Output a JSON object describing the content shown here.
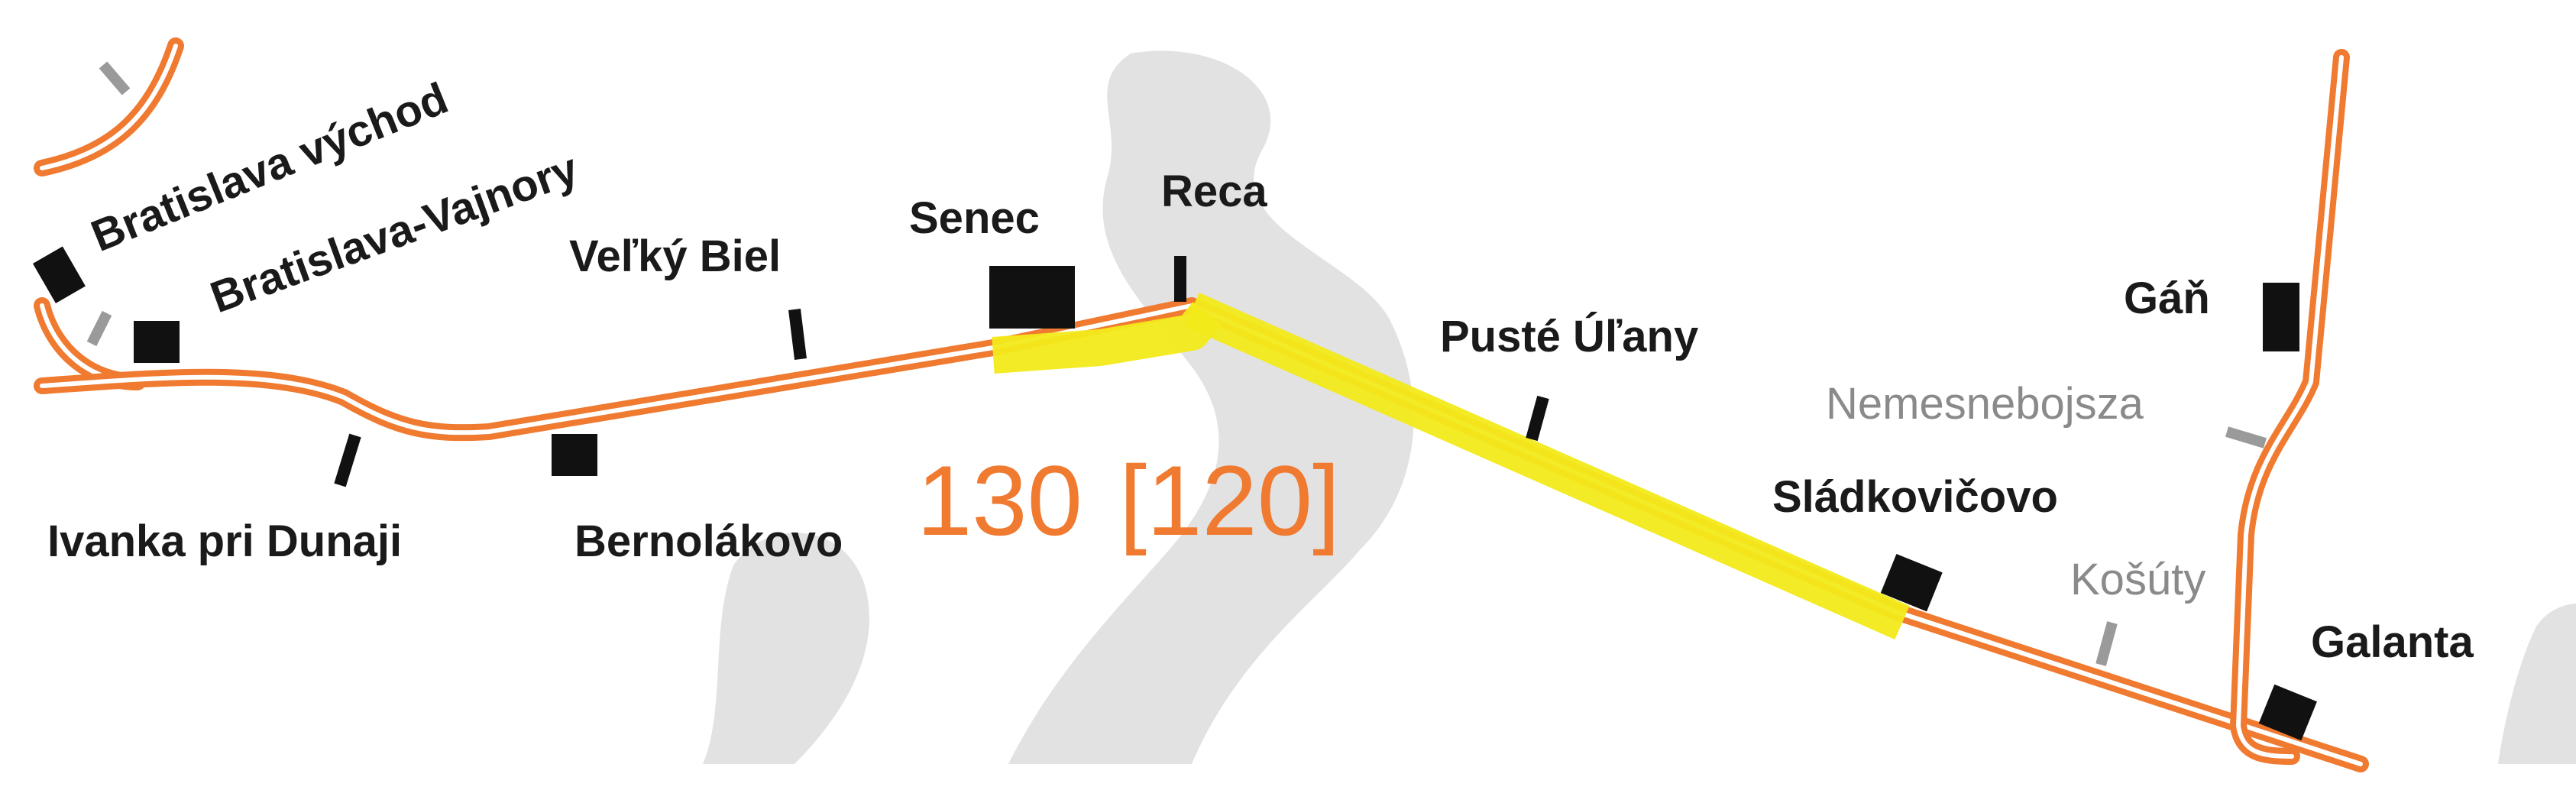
{
  "map": {
    "colors": {
      "rail": "#ef7a30",
      "rail_inner": "#ffffff",
      "highlight": "#f2ea1a",
      "station": "#111111",
      "minor_station": "#9a9a9a",
      "background_shape": "#e2e2e2"
    },
    "route_numbers": {
      "main": "130",
      "alt": "[120]"
    },
    "stations": {
      "bratislava_vychod": "Bratislava východ",
      "bratislava_vajnory": "Bratislava-Vajnory",
      "ivanka": "Ivanka pri Dunaji",
      "velky_biel": "Veľký Biel",
      "bernolakovo": "Bernolákovo",
      "senec": "Senec",
      "reca": "Reca",
      "puste_ulany": "Pusté Úľany",
      "sladkovicovo": "Sládkovičovo",
      "gan": "Gáň",
      "galanta": "Galanta",
      "nemesnebojsza": "Nemesnebojsza",
      "kosuty": "Košúty"
    },
    "highlighted_section": [
      "Senec",
      "Reca",
      "Pusté Úľany",
      "Sládkovičovo"
    ]
  }
}
